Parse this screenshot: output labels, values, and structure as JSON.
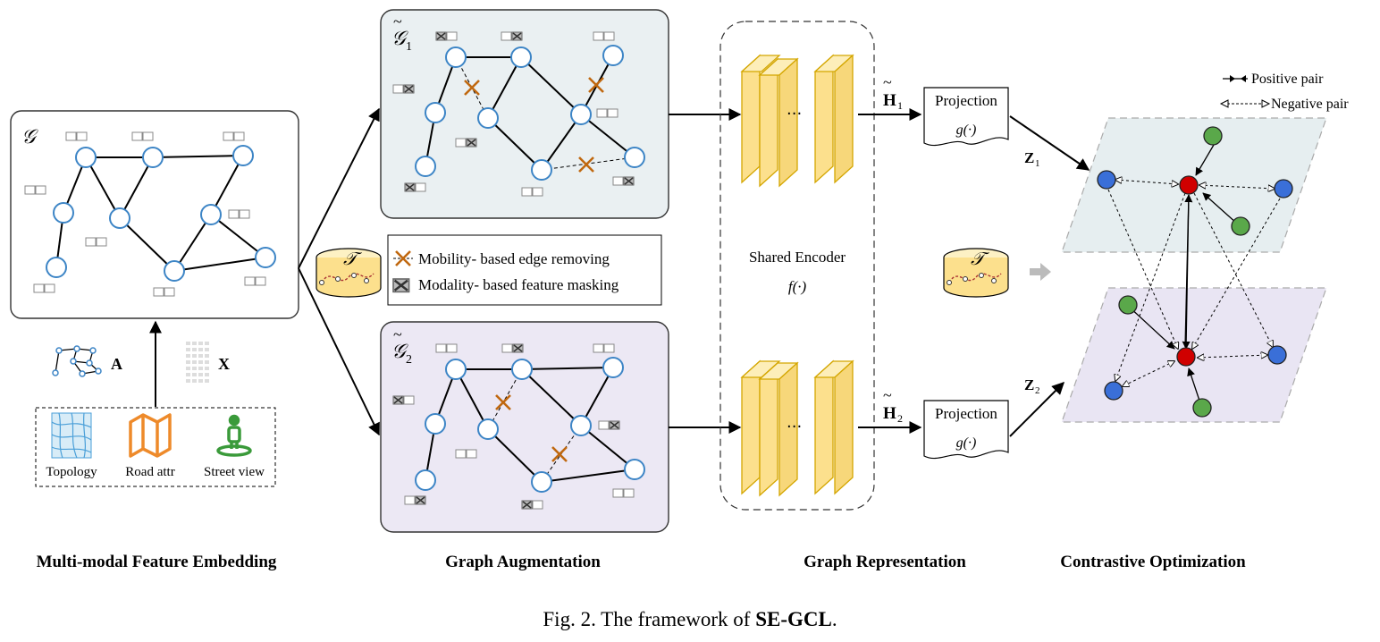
{
  "graph_labels": {
    "g": "𝒢",
    "g1": "𝒢",
    "g2": "𝒢",
    "sub1": "1",
    "sub2": "2",
    "t": "𝒯"
  },
  "inputs": {
    "a_label": "A",
    "x_label": "X",
    "items": [
      {
        "label": "Topology",
        "icon": "topology-map-icon"
      },
      {
        "label": "Road attr",
        "icon": "folded-map-icon"
      },
      {
        "label": "Street view",
        "icon": "street-view-person-icon"
      }
    ]
  },
  "legend": {
    "edge_removing": "Mobility- based edge removing",
    "feature_masking": "Modality- based feature masking"
  },
  "encoder": {
    "title": "Shared Encoder",
    "func": "f(·)",
    "dots": "···"
  },
  "projection": {
    "label": "Projection",
    "func": "g(·)"
  },
  "symbols": {
    "h1": "H",
    "h2": "H",
    "z1": "Z",
    "z2": "Z"
  },
  "pair_legend": {
    "positive": "Positive pair",
    "negative": "Negative pair"
  },
  "stages": [
    "Multi-modal Feature Embedding",
    "Graph Augmentation",
    "Graph Representation",
    "Contrastive Optimization"
  ],
  "caption": {
    "prefix": "Fig. 2.  The framework of ",
    "bold": "SE-GCL",
    "suffix": "."
  },
  "colors": {
    "node_stroke": "#3d85c6",
    "mask_x": "#c0680f",
    "encoder_fill": "#fce08d",
    "encoder_stroke": "#d4a600",
    "plane_top": "#e6eef0",
    "plane_bottom": "#e9e5f3",
    "aug_top": "#eaf0f2",
    "aug_bottom": "#ece8f4",
    "blue_node": "#3a6fd8",
    "red_node": "#d00000",
    "green_node": "#5aa84a",
    "topology": "#4a9fd8",
    "road": "#ee8a2a",
    "street": "#3a9a3a"
  }
}
